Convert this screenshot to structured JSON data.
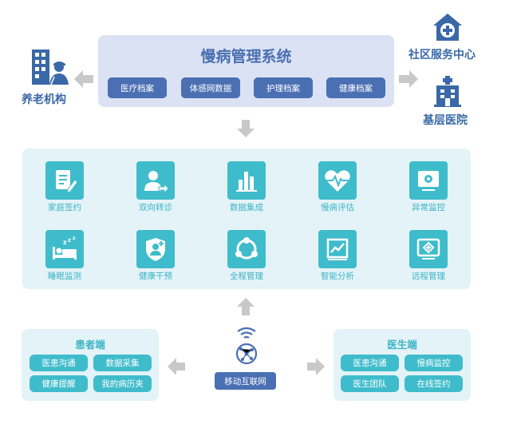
{
  "system": {
    "title": "慢病管理系统",
    "buttons": [
      "医疗档案",
      "体感网数据",
      "护理档案",
      "健康档案"
    ]
  },
  "left_entity": {
    "label": "养老机构",
    "icon": "elderly-care-building-icon"
  },
  "right_entities": [
    {
      "label": "社区服务中心",
      "icon": "community-house-cross-icon"
    },
    {
      "label": "基层医院",
      "icon": "hospital-building-icon"
    }
  ],
  "features": [
    {
      "label": "家庭签约",
      "icon": "document-sign-icon"
    },
    {
      "label": "双向转诊",
      "icon": "user-transfer-icon"
    },
    {
      "label": "数据集成",
      "icon": "bar-chart-icon"
    },
    {
      "label": "慢病评估",
      "icon": "heart-pulse-icon"
    },
    {
      "label": "异常监控",
      "icon": "monitor-icon"
    },
    {
      "label": "睡眠监测",
      "icon": "sleep-bed-icon"
    },
    {
      "label": "健康干预",
      "icon": "shield-user-icon"
    },
    {
      "label": "全程管理",
      "icon": "cycle-nodes-icon"
    },
    {
      "label": "智能分析",
      "icon": "analysis-chart-icon"
    },
    {
      "label": "远程管理",
      "icon": "remote-screen-icon"
    }
  ],
  "patient": {
    "title": "患者端",
    "items": [
      "医患沟通",
      "数据采集",
      "健康提醒",
      "我的病历夹"
    ]
  },
  "doctor": {
    "title": "医生端",
    "items": [
      "医患沟通",
      "慢病监控",
      "医生团队",
      "在线签约"
    ]
  },
  "network": {
    "label": "移动互联网",
    "icon": "wifi-globe-icon"
  },
  "colors": {
    "navy": "#4a6fb3",
    "teal": "#3fbccb",
    "panel_blue": "#dbe2f3",
    "panel_teal": "#e3f3f8",
    "arrow": "#c8c8c8"
  }
}
